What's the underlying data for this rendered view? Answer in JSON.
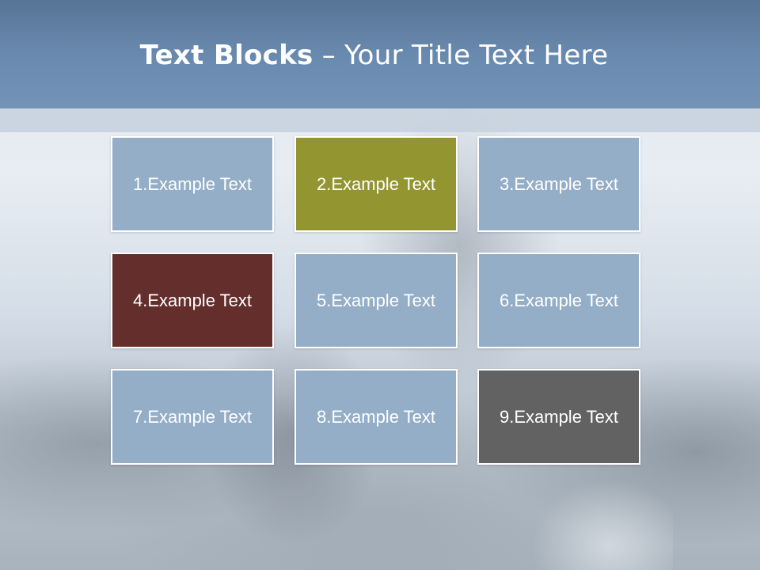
{
  "title": {
    "bold": "Text Blocks",
    "dash": " – ",
    "rest": "Your Title Text Here"
  },
  "blocks": [
    {
      "label": "1.Example Text",
      "color": "#94aec7"
    },
    {
      "label": "2.Example Text",
      "color": "#939530"
    },
    {
      "label": "3.Example Text",
      "color": "#94aec7"
    },
    {
      "label": "4.Example Text",
      "color": "#642e2d"
    },
    {
      "label": "5.Example Text",
      "color": "#94aec7"
    },
    {
      "label": "6.Example Text",
      "color": "#94aec7"
    },
    {
      "label": "7.Example Text",
      "color": "#94aec7"
    },
    {
      "label": "8.Example Text",
      "color": "#94aec7"
    },
    {
      "label": "9.Example Text",
      "color": "#626262"
    }
  ]
}
